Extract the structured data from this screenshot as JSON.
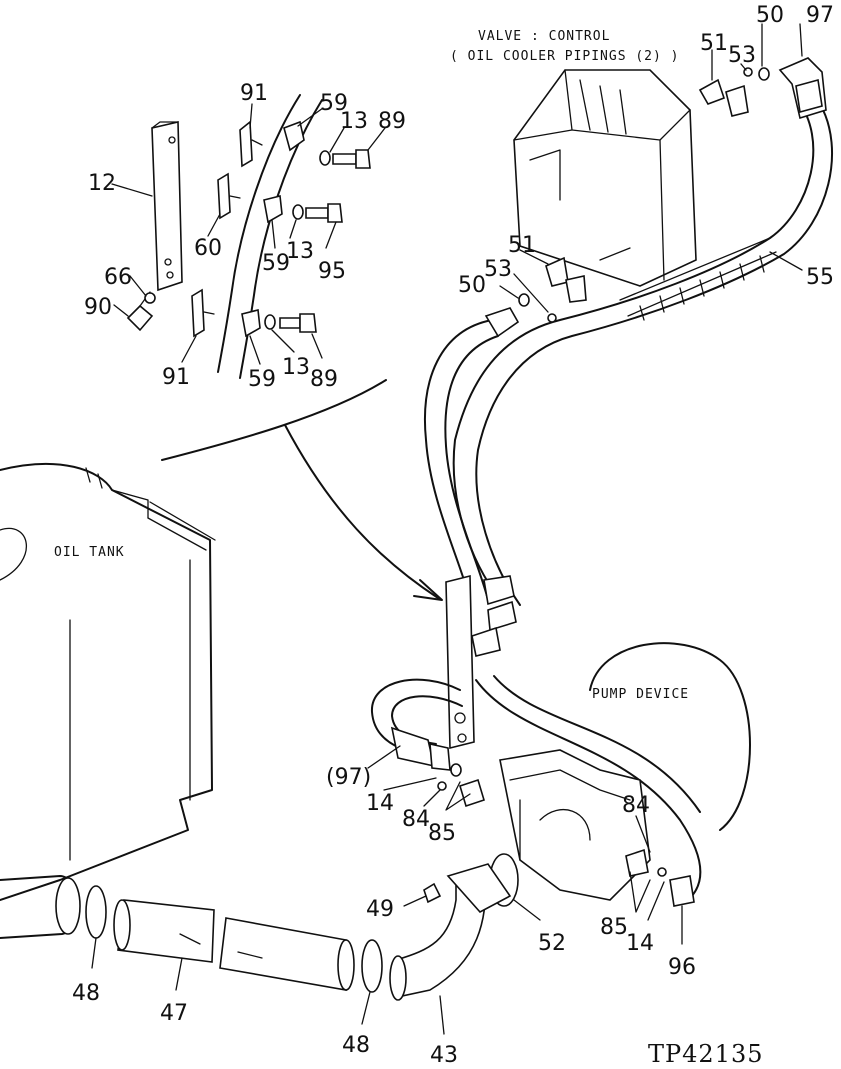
{
  "figure": {
    "callouts": {
      "valve_control": "VALVE : CONTROL",
      "oil_cooler_pipings": "( OIL COOLER PIPINGS (2) )",
      "oil_tank": "OIL TANK",
      "pump_device": "PUMP DEVICE"
    },
    "parts": {
      "p91a": "91",
      "p59a": "59",
      "p13a": "13",
      "p89a": "89",
      "p12": "12",
      "p60": "60",
      "p13b": "13",
      "p59b": "59",
      "p95": "95",
      "p66": "66",
      "p90": "90",
      "p91b": "91",
      "p59c": "59",
      "p13c": "13",
      "p89b": "89",
      "p51a": "51",
      "p53a": "53",
      "p50a": "50",
      "p97a": "97",
      "p51b": "51",
      "p53b": "53",
      "p50b": "50",
      "p55": "55",
      "p97b": "(97)",
      "p14a": "14",
      "p84a": "84",
      "p85a": "85",
      "p84b": "84",
      "p85b": "85",
      "p14b": "14",
      "p96": "96",
      "p49": "49",
      "p52": "52",
      "p48a": "48",
      "p47": "47",
      "p48b": "48",
      "p43": "43"
    },
    "drawing_code": "TP42135"
  }
}
